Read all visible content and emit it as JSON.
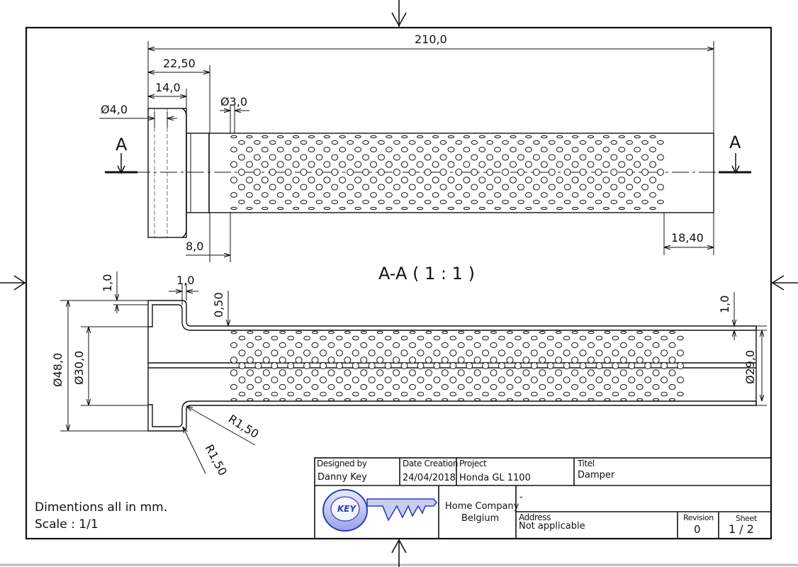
{
  "dimensions": {
    "top": {
      "overall_length": "210,0",
      "flange_step": "22,50",
      "flange_width": "14,0",
      "small_hole_dia": "Ø4,0",
      "perf_hole_dia": "Ø3,0",
      "offset_start": "8,0",
      "offset_end": "18,40"
    },
    "section": {
      "flange_thickness": "1,0",
      "step_width": "1,0",
      "gap": "0,50",
      "wall_end": "1,0",
      "outer_dia": "Ø48,0",
      "inner_dia": "Ø30,0",
      "end_dia": "Ø29,0",
      "radius_outer": "R1,50",
      "radius_inner": "R1,50"
    }
  },
  "section_markers": {
    "left": "A",
    "right": "A"
  },
  "section_title": "A-A ( 1 : 1 )",
  "notes": {
    "line1": "Dimentions all in mm.",
    "line2": "Scale : 1/1"
  },
  "title_block": {
    "designed_by_label": "Designed by",
    "designed_by": "Danny Key",
    "date_label": "Date Creation",
    "date": "24/04/2018",
    "project_label": "Project",
    "project": "Honda GL 1100",
    "titel_label": "Titel",
    "titel": "Damper",
    "logo_text": "KEY",
    "company_line1": "Home Company",
    "company_line2": "Belgium",
    "description": "-",
    "address_label": "Address",
    "address": "Not applicable",
    "revision_label": "Revision",
    "revision": "0",
    "sheet_label": "Sheet",
    "sheet": "1 / 2"
  },
  "colors": {
    "line": "#111111",
    "logo_blue": "#2f3db8",
    "logo_fill": "#c9cdf2"
  }
}
